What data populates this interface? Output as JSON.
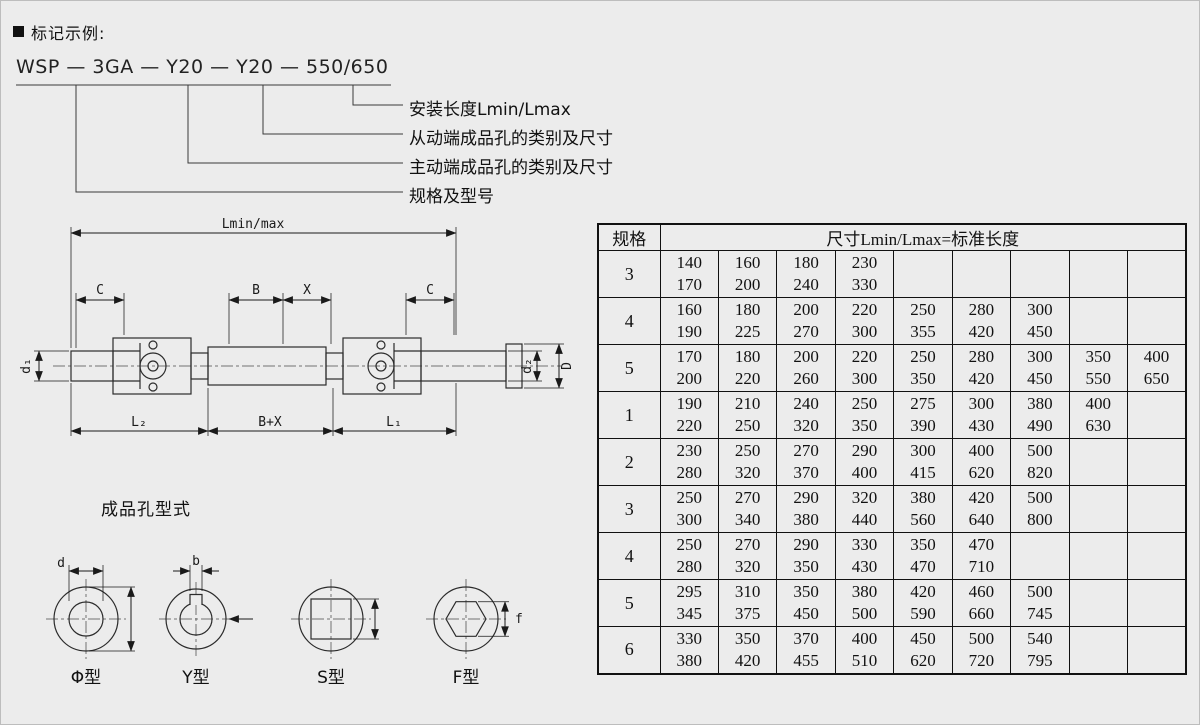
{
  "header": {
    "section_title": "标记示例:"
  },
  "marking": {
    "code": "WSP — 3GA — Y20 — Y20 — 550/650",
    "callouts": [
      {
        "label": "安装长度Lmin/Lmax"
      },
      {
        "label": "从动端成品孔的类别及尺寸"
      },
      {
        "label": "主动端成品孔的类别及尺寸"
      },
      {
        "label": "规格及型号"
      }
    ]
  },
  "drawing": {
    "dims": {
      "overall": "Lmin/max",
      "c_left": "C",
      "b": "B",
      "x": "X",
      "c_right": "C",
      "d1": "d₁",
      "d2": "d₂",
      "D": "D",
      "l2": "L₂",
      "bx": "B+X",
      "l1": "L₁"
    }
  },
  "hole_types": {
    "title": "成品孔型式",
    "items": [
      {
        "label": "Φ型",
        "dim": "d"
      },
      {
        "label": "Y型",
        "dim": "b"
      },
      {
        "label": "S型",
        "dim": ""
      },
      {
        "label": "F型",
        "dim": "f"
      }
    ]
  },
  "table": {
    "spec_header": "规格",
    "size_header": "尺寸Lmin/Lmax=标准长度",
    "columns": 9,
    "rows": [
      {
        "spec": "3",
        "min": [
          "140",
          "160",
          "180",
          "230"
        ],
        "max": [
          "170",
          "200",
          "240",
          "330"
        ]
      },
      {
        "spec": "4",
        "min": [
          "160",
          "180",
          "200",
          "220",
          "250",
          "280",
          "300"
        ],
        "max": [
          "190",
          "225",
          "270",
          "300",
          "355",
          "420",
          "450"
        ]
      },
      {
        "spec": "5",
        "min": [
          "170",
          "180",
          "200",
          "220",
          "250",
          "280",
          "300",
          "350",
          "400"
        ],
        "max": [
          "200",
          "220",
          "260",
          "300",
          "350",
          "420",
          "450",
          "550",
          "650"
        ]
      },
      {
        "spec": "1",
        "min": [
          "190",
          "210",
          "240",
          "250",
          "275",
          "300",
          "380",
          "400"
        ],
        "max": [
          "220",
          "250",
          "320",
          "350",
          "390",
          "430",
          "490",
          "630"
        ]
      },
      {
        "spec": "2",
        "min": [
          "230",
          "250",
          "270",
          "290",
          "300",
          "400",
          "500"
        ],
        "max": [
          "280",
          "320",
          "370",
          "400",
          "415",
          "620",
          "820"
        ]
      },
      {
        "spec": "3",
        "min": [
          "250",
          "270",
          "290",
          "320",
          "380",
          "420",
          "500"
        ],
        "max": [
          "300",
          "340",
          "380",
          "440",
          "560",
          "640",
          "800"
        ]
      },
      {
        "spec": "4",
        "min": [
          "250",
          "270",
          "290",
          "330",
          "350",
          "470"
        ],
        "max": [
          "280",
          "320",
          "350",
          "430",
          "470",
          "710"
        ]
      },
      {
        "spec": "5",
        "min": [
          "295",
          "310",
          "350",
          "380",
          "420",
          "460",
          "500"
        ],
        "max": [
          "345",
          "375",
          "450",
          "500",
          "590",
          "660",
          "745"
        ]
      },
      {
        "spec": "6",
        "min": [
          "330",
          "350",
          "370",
          "400",
          "450",
          "500",
          "540"
        ],
        "max": [
          "380",
          "420",
          "455",
          "510",
          "620",
          "720",
          "795"
        ]
      }
    ]
  }
}
